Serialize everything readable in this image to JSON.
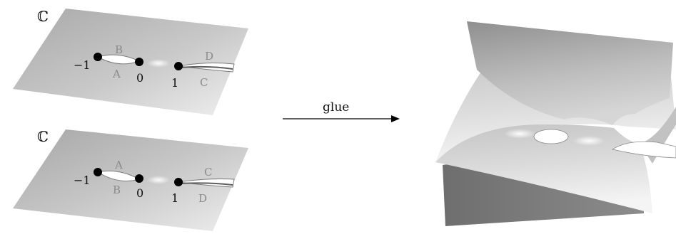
{
  "top_sheet": {
    "plane_symbol": "ℂ",
    "points": {
      "minus_one": "−1",
      "zero": "0",
      "one": "1"
    },
    "cut_labels": {
      "upper_left": "B",
      "lower_left": "A",
      "upper_right": "D",
      "lower_right": "C"
    }
  },
  "bottom_sheet": {
    "plane_symbol": "ℂ",
    "points": {
      "minus_one": "−1",
      "zero": "0",
      "one": "1"
    },
    "cut_labels": {
      "upper_left": "A",
      "lower_left": "B",
      "upper_right": "C",
      "lower_right": "D"
    }
  },
  "arrow": {
    "label": "glue"
  },
  "colors": {
    "sheet_light": "#f2f2f2",
    "sheet_dark": "#9c9c9c",
    "point": "#000000",
    "cut_text": "#8a8a8a"
  }
}
